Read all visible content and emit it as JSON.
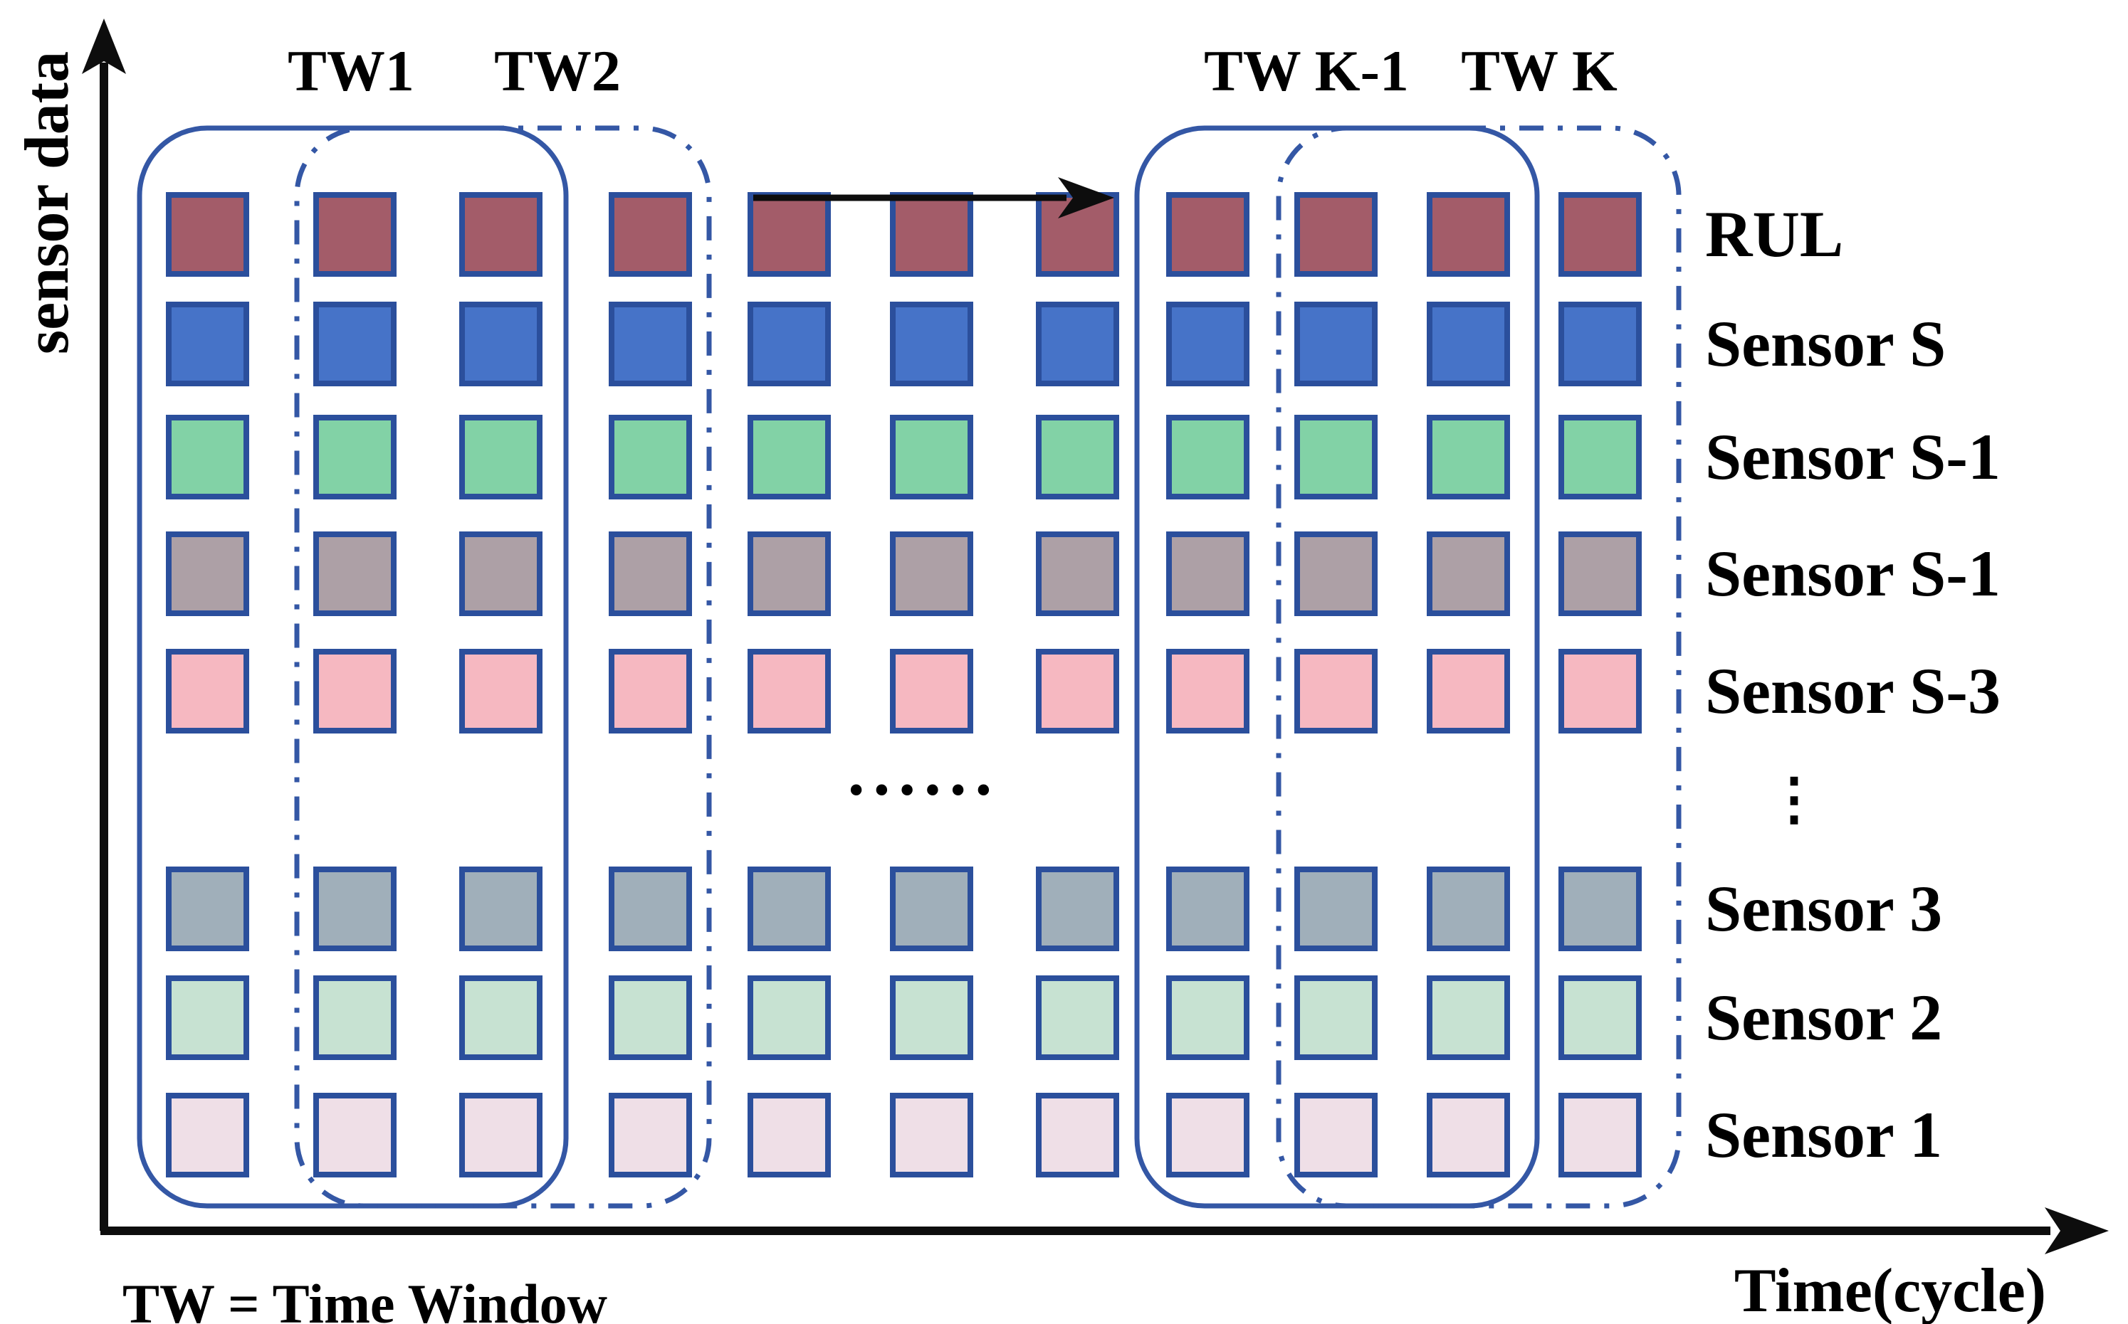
{
  "figure": {
    "y_axis_label": "sensor data",
    "x_axis_label": "Time(cycle)",
    "legend_note": "TW = Time Window",
    "horizontal_ellipsis": "......",
    "vertical_ellipsis": "⋮"
  },
  "windows": [
    {
      "id": "tw1",
      "label": "TW1",
      "style": "solid"
    },
    {
      "id": "tw2",
      "label": "TW2",
      "style": "dashdot"
    },
    {
      "id": "twk1",
      "label": "TW K-1",
      "style": "solid"
    },
    {
      "id": "twk",
      "label": "TW K",
      "style": "dashdot"
    }
  ],
  "columns": 11,
  "rows": [
    {
      "label": "RUL",
      "color": "#A35C69"
    },
    {
      "label": "Sensor S",
      "color": "#4673C8"
    },
    {
      "label": "Sensor S-1",
      "color": "#82D2A6"
    },
    {
      "label": "Sensor S-1",
      "color": "#ADA0A6"
    },
    {
      "label": "Sensor S-3",
      "color": "#F6B8C1"
    },
    {
      "label": "Sensor 3",
      "color": "#A0AFBA"
    },
    {
      "label": "Sensor 2",
      "color": "#C7E2D2"
    },
    {
      "label": "Sensor 1",
      "color": "#EFDFE7"
    }
  ],
  "colors": {
    "cell_border": "#2B4F9C",
    "window_outline": "#3457A5",
    "axis": "#0d0d0d",
    "text": "#000000"
  }
}
